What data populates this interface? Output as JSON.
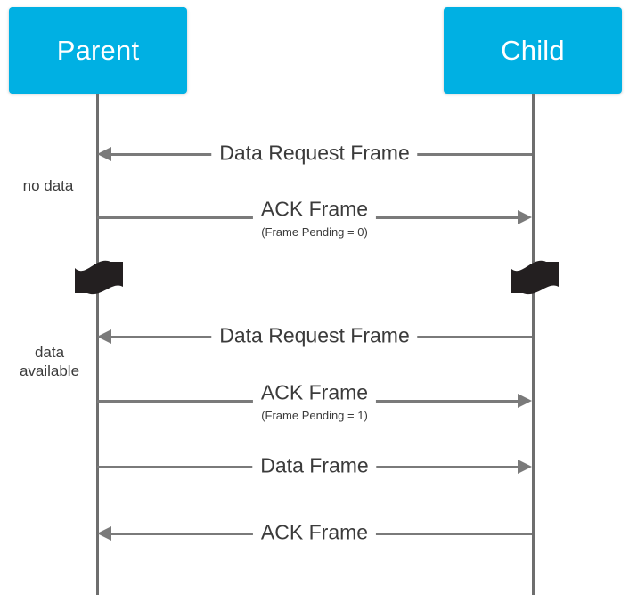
{
  "diagram": {
    "title": "Data Request Frame sequence between Parent and Child",
    "accent_color": "#00b0e3",
    "line_color": "#7a7a7a",
    "text_color": "#3b3b3b",
    "break_color": "#231f20",
    "background": "#ffffff"
  },
  "actors": [
    {
      "id": "parent",
      "label": "Parent"
    },
    {
      "id": "child",
      "label": "Child"
    }
  ],
  "notes": [
    {
      "id": "no-data",
      "text": "no data"
    },
    {
      "id": "data-available",
      "line1": "data",
      "line2": "available"
    }
  ],
  "messages": [
    {
      "id": "m1",
      "label": "Data Request Frame",
      "sub": "",
      "direction": "child-to-parent"
    },
    {
      "id": "m2",
      "label": "ACK Frame",
      "sub": "(Frame Pending = 0)",
      "direction": "parent-to-child"
    },
    {
      "id": "m3",
      "label": "Data Request Frame",
      "sub": "",
      "direction": "child-to-parent"
    },
    {
      "id": "m4",
      "label": "ACK Frame",
      "sub": "(Frame Pending = 1)",
      "direction": "parent-to-child"
    },
    {
      "id": "m5",
      "label": "Data Frame",
      "sub": "",
      "direction": "parent-to-child"
    },
    {
      "id": "m6",
      "label": "ACK Frame",
      "sub": "",
      "direction": "child-to-parent"
    }
  ],
  "break_symbols": [
    {
      "id": "break-parent",
      "on": "parent"
    },
    {
      "id": "break-child",
      "on": "child"
    }
  ]
}
